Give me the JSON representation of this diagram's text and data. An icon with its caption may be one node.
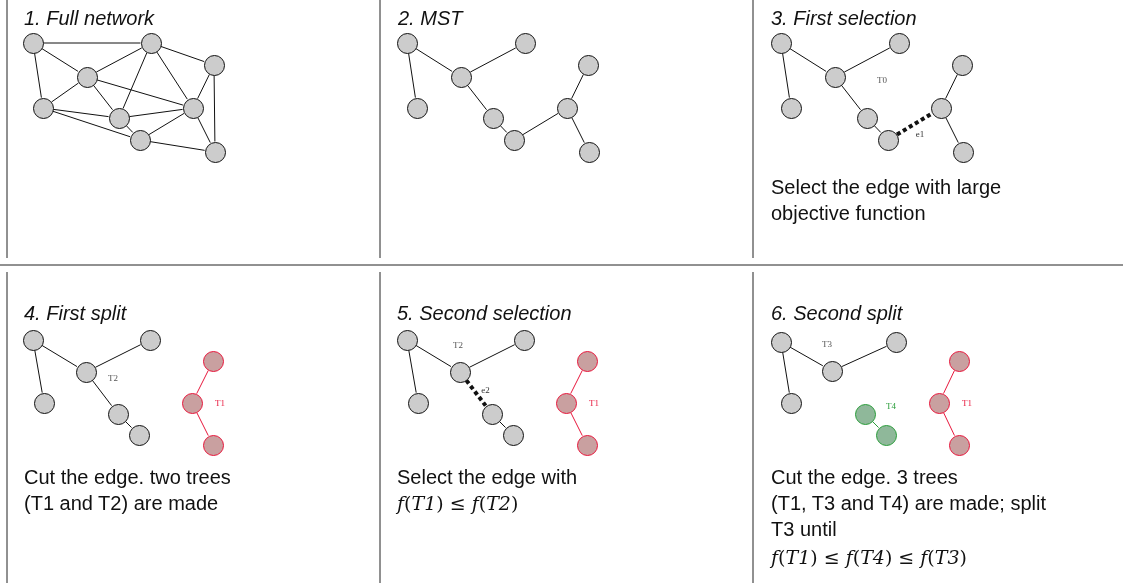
{
  "diagram": {
    "nodes": [
      {
        "text": [],
        "shape": "circle"
      },
      {
        "text": [],
        "shape": "circle"
      },
      {
        "text": [],
        "shape": "circle"
      },
      {
        "text": [],
        "shape": "circle"
      },
      {
        "text": [],
        "shape": "circle"
      },
      {
        "text": [],
        "shape": "circle"
      },
      {
        "text": [],
        "shape": "circle"
      },
      {
        "text": [],
        "shape": "circle"
      },
      {
        "text": [],
        "shape": "circle"
      },
      {
        "text": [],
        "shape": "circle"
      },
      {
        "text": [],
        "shape": "circle"
      },
      {
        "text": [],
        "shape": "circle"
      },
      {
        "text": [],
        "shape": "circle"
      },
      {
        "text": [],
        "shape": "circle"
      },
      {
        "text": [],
        "shape": "circle"
      },
      {
        "text": [],
        "shape": "circle"
      },
      {
        "text": [],
        "shape": "circle"
      },
      {
        "text": [],
        "shape": "circle"
      },
      {
        "text": [],
        "shape": "circle"
      },
      {
        "text": [],
        "shape": "circle"
      },
      {
        "text": [],
        "shape": "circle"
      },
      {
        "text": [],
        "shape": "circle"
      },
      {
        "text": [],
        "shape": "circle"
      },
      {
        "text": [],
        "shape": "circle"
      },
      {
        "text": [],
        "shape": "circle"
      },
      {
        "text": [],
        "shape": "circle"
      },
      {
        "text": [],
        "shape": "circle"
      },
      {
        "text": [],
        "shape": "circle"
      },
      {
        "text": [],
        "shape": "circle"
      },
      {
        "text": [],
        "shape": "circle"
      },
      {
        "text": [],
        "shape": "circle"
      },
      {
        "text": [],
        "shape": "circle"
      },
      {
        "text": [],
        "shape": "circle"
      },
      {
        "text": [],
        "shape": "circle"
      },
      {
        "text": [],
        "shape": "circle"
      },
      {
        "text": [],
        "shape": "circle"
      },
      {
        "text": [],
        "shape": "circle"
      },
      {
        "text": [],
        "shape": "circle"
      },
      {
        "text": [],
        "shape": "circle"
      },
      {
        "text": [],
        "shape": "circle"
      },
      {
        "text": [],
        "shape": "circle"
      },
      {
        "text": [],
        "shape": "circle"
      },
      {
        "text": [],
        "shape": "circle"
      },
      {
        "text": [],
        "shape": "circle"
      },
      {
        "text": [],
        "shape": "circle"
      },
      {
        "text": [],
        "shape": "circle"
      },
      {
        "text": [],
        "shape": "circle"
      },
      {
        "text": [],
        "shape": "circle"
      },
      {
        "text": [],
        "shape": "circle"
      },
      {
        "text": [],
        "shape": "circle"
      },
      {
        "text": [],
        "shape": "circle"
      },
      {
        "text": [],
        "shape": "circle"
      },
      {
        "text": [],
        "shape": "circle"
      },
      {
        "text": [],
        "shape": "circle"
      }
    ],
    "edges": [
      {
        "from": 0,
        "to": 1,
        "arrow": "none"
      },
      {
        "from": 0,
        "to": 3,
        "arrow": "none"
      },
      {
        "from": 0,
        "to": 4,
        "arrow": "none"
      },
      {
        "from": 1,
        "to": 3,
        "arrow": "none"
      },
      {
        "from": 1,
        "to": 2,
        "arrow": "none"
      },
      {
        "from": 1,
        "to": 6,
        "arrow": "none"
      },
      {
        "from": 1,
        "to": 5,
        "arrow": "none"
      },
      {
        "from": 3,
        "to": 4,
        "arrow": "none"
      },
      {
        "from": 3,
        "to": 6,
        "arrow": "none"
      },
      {
        "from": 3,
        "to": 5,
        "arrow": "none"
      },
      {
        "from": 2,
        "to": 5,
        "arrow": "none"
      },
      {
        "from": 2,
        "to": 8,
        "arrow": "none"
      },
      {
        "from": 4,
        "to": 6,
        "arrow": "none"
      },
      {
        "from": 4,
        "to": 7,
        "arrow": "none"
      },
      {
        "from": 6,
        "to": 5,
        "arrow": "none"
      },
      {
        "from": 6,
        "to": 7,
        "arrow": "none"
      },
      {
        "from": 5,
        "to": 7,
        "arrow": "none"
      },
      {
        "from": 5,
        "to": 8,
        "arrow": "none"
      },
      {
        "from": 7,
        "to": 8,
        "arrow": "none"
      },
      {
        "from": 9,
        "to": 13,
        "arrow": "none"
      },
      {
        "from": 9,
        "to": 12,
        "arrow": "none"
      },
      {
        "from": 12,
        "to": 10,
        "arrow": "none"
      },
      {
        "from": 12,
        "to": 15,
        "arrow": "none"
      },
      {
        "from": 15,
        "to": 16,
        "arrow": "none"
      },
      {
        "from": 16,
        "to": 14,
        "arrow": "none"
      },
      {
        "from": 14,
        "to": 11,
        "arrow": "none"
      },
      {
        "from": 14,
        "to": 17,
        "arrow": "none"
      },
      {
        "from": 18,
        "to": 22,
        "arrow": "none"
      },
      {
        "from": 18,
        "to": 21,
        "arrow": "none"
      },
      {
        "from": 21,
        "to": 19,
        "arrow": "none"
      },
      {
        "from": 21,
        "to": 24,
        "arrow": "none"
      },
      {
        "from": 24,
        "to": 25,
        "arrow": "none"
      },
      {
        "from": 25,
        "to": 23,
        "arrow": "none",
        "style": "dashed",
        "label": "e1"
      },
      {
        "from": 23,
        "to": 20,
        "arrow": "none"
      },
      {
        "from": 23,
        "to": 26,
        "arrow": "none"
      },
      {
        "from": 27,
        "to": 31,
        "arrow": "none"
      },
      {
        "from": 27,
        "to": 30,
        "arrow": "none"
      },
      {
        "from": 30,
        "to": 28,
        "arrow": "none"
      },
      {
        "from": 30,
        "to": 33,
        "arrow": "none"
      },
      {
        "from": 33,
        "to": 34,
        "arrow": "none"
      },
      {
        "from": 29,
        "to": 32,
        "arrow": "none",
        "color": "#e8173c"
      },
      {
        "from": 32,
        "to": 35,
        "arrow": "none",
        "color": "#e8173c"
      },
      {
        "from": 36,
        "to": 40,
        "arrow": "none"
      },
      {
        "from": 36,
        "to": 39,
        "arrow": "none"
      },
      {
        "from": 39,
        "to": 37,
        "arrow": "none"
      },
      {
        "from": 39,
        "to": 42,
        "arrow": "none",
        "style": "dashed",
        "label": "e2"
      },
      {
        "from": 42,
        "to": 43,
        "arrow": "none"
      },
      {
        "from": 38,
        "to": 41,
        "arrow": "none",
        "color": "#e8173c"
      },
      {
        "from": 41,
        "to": 44,
        "arrow": "none",
        "color": "#e8173c"
      },
      {
        "from": 45,
        "to": 49,
        "arrow": "none"
      },
      {
        "from": 45,
        "to": 48,
        "arrow": "none"
      },
      {
        "from": 48,
        "to": 46,
        "arrow": "none"
      },
      {
        "from": 51,
        "to": 52,
        "arrow": "none",
        "color": "#2a9d3a"
      },
      {
        "from": 47,
        "to": 50,
        "arrow": "none",
        "color": "#e8173c"
      },
      {
        "from": 50,
        "to": 53,
        "arrow": "none",
        "color": "#e8173c"
      }
    ],
    "labels": [
      "1. Full network",
      "2. MST",
      "3. First selection",
      "T0",
      "Select the edge with large objective function",
      "4. First split",
      "T2",
      "T1",
      "Cut the edge. two trees",
      "(T1 and T2) are made",
      "5. Second selection",
      "T2",
      "T1",
      "Select the edge with",
      "*f*(*T1*) ≤ *f*(*T2*)",
      "6. Second split",
      "T3",
      "T4",
      "T1",
      "Cut the edge. 3 trees",
      "(T1, T3 and T4) are made; split T3 until",
      "*f*(*T1*) ≤ *f*(*T4*) ≤ *f*(*T3*)"
    ]
  }
}
